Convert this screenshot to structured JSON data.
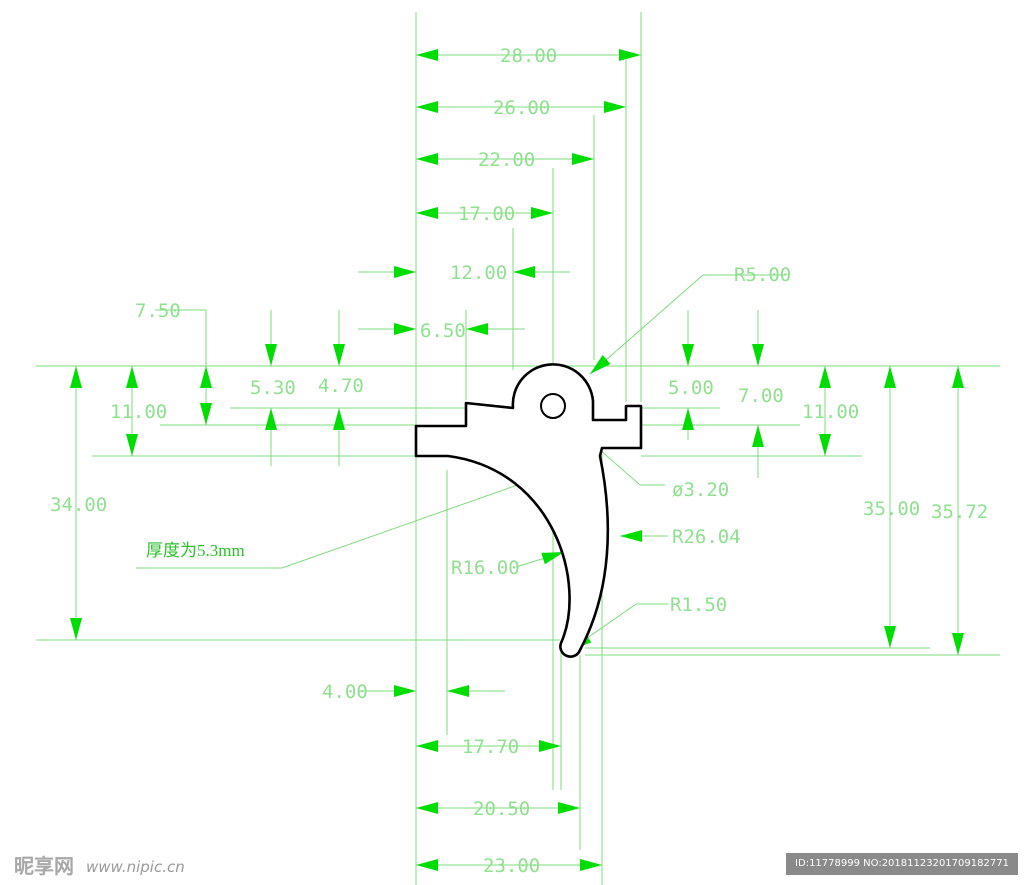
{
  "dimensions": {
    "width_28": "28.00",
    "width_26": "26.00",
    "width_22": "22.00",
    "width_17": "17.00",
    "width_12": "12.00",
    "width_6_5": "6.50",
    "radius_top": "R5.00",
    "height_7_5": "7.50",
    "height_5_3": "5.30",
    "height_4_7": "4.70",
    "height_11_left": "11.00",
    "height_5_0": "5.00",
    "height_7_0": "7.00",
    "height_11_right": "11.00",
    "height_34": "34.00",
    "height_35": "35.00",
    "height_35_72": "35.72",
    "hole_diameter": "ø3.20",
    "radius_outer": "R26.04",
    "radius_inner": "R16.00",
    "radius_tip": "R1.50",
    "offset_4": "4.00",
    "width_17_7": "17.70",
    "width_20_5": "20.50",
    "width_23": "23.00"
  },
  "note": "厚度为5.3mm",
  "watermark": {
    "logo": "昵享网",
    "url": "www.nipic.cn",
    "id": "ID:11778999 NO:20181123201709182771"
  },
  "colors": {
    "dimension_line": "#7ddc7d",
    "arrow": "#00dd00",
    "text": "#8fe08f",
    "outline": "#000000"
  }
}
